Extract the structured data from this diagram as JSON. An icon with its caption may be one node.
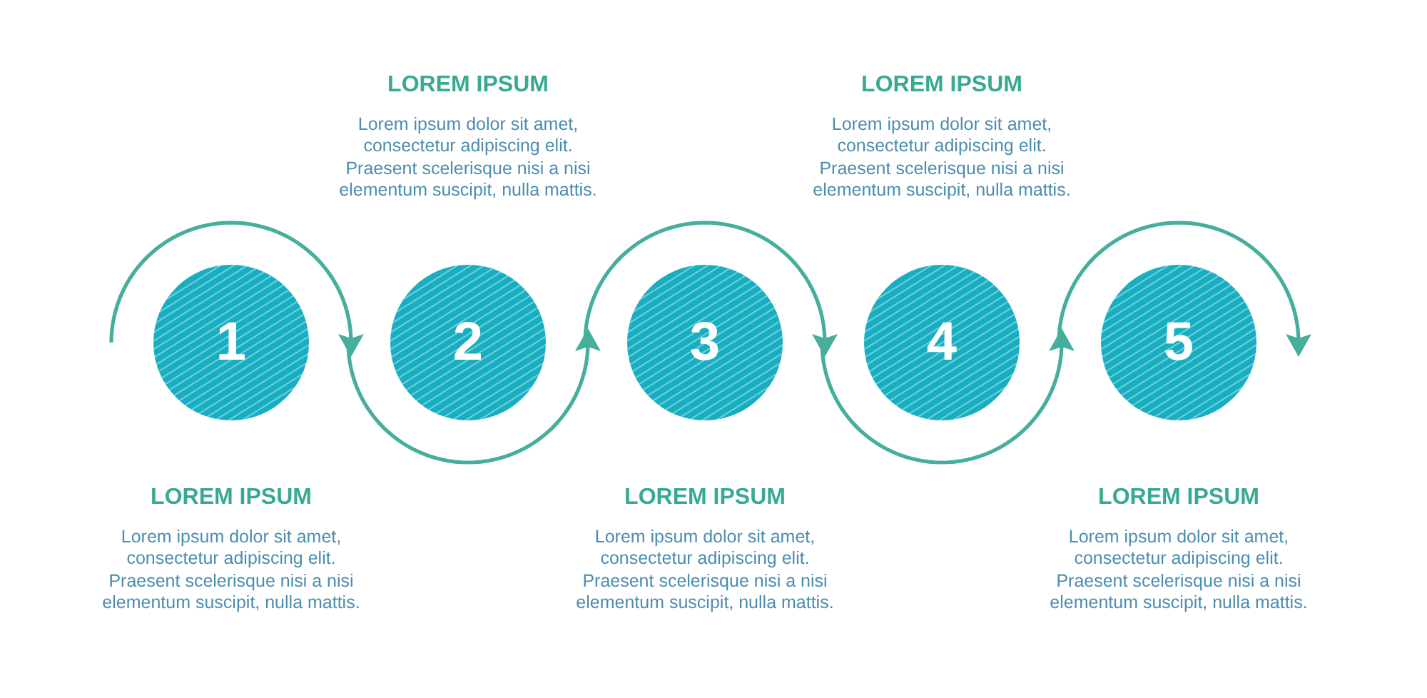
{
  "diagram": {
    "nodes": [
      {
        "text": [
          "1"
        ],
        "beside": [
          "LOREM IPSUM",
          "Lorem ipsum dolor sit amet, consectetur adipiscing elit. Praesent scelerisque nisi a nisi elementum suscipit, nulla mattis."
        ]
      },
      {
        "text": [
          "2"
        ],
        "beside": [
          "LOREM IPSUM",
          "Lorem ipsum dolor sit amet, consectetur adipiscing elit. Praesent scelerisque nisi a nisi elementum suscipit, nulla mattis."
        ]
      },
      {
        "text": [
          "3"
        ],
        "beside": [
          "LOREM IPSUM",
          "Lorem ipsum dolor sit amet, consectetur adipiscing elit. Praesent scelerisque nisi a nisi elementum suscipit, nulla mattis."
        ]
      },
      {
        "text": [
          "4"
        ],
        "beside": [
          "LOREM IPSUM",
          "Lorem ipsum dolor sit amet, consectetur adipiscing elit. Praesent scelerisque nisi a nisi elementum suscipit, nulla mattis."
        ]
      },
      {
        "text": [
          "5"
        ],
        "beside": [
          "LOREM IPSUM",
          "Lorem ipsum dolor sit amet, consectetur adipiscing elit. Praesent scelerisque nisi a nisi elementum suscipit, nulla mattis."
        ]
      }
    ]
  }
}
